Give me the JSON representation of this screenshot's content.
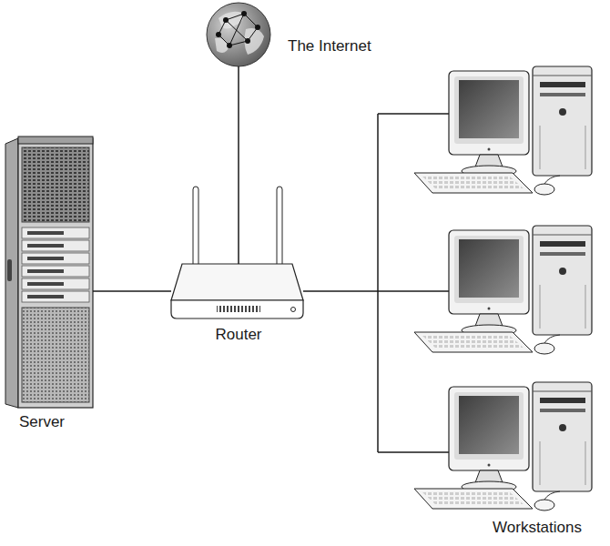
{
  "diagram": {
    "nodes": [
      {
        "text": [
          "The Internet"
        ]
      },
      {
        "text": [
          "Server"
        ]
      },
      {
        "text": [
          "Router"
        ]
      },
      {
        "text": [
          "Workstations"
        ]
      }
    ],
    "edges": [
      {
        "from": 0,
        "to": 2,
        "arrow": "none"
      },
      {
        "from": 1,
        "to": 2,
        "arrow": "none"
      },
      {
        "from": 2,
        "to": 3,
        "arrow": "none"
      }
    ]
  }
}
